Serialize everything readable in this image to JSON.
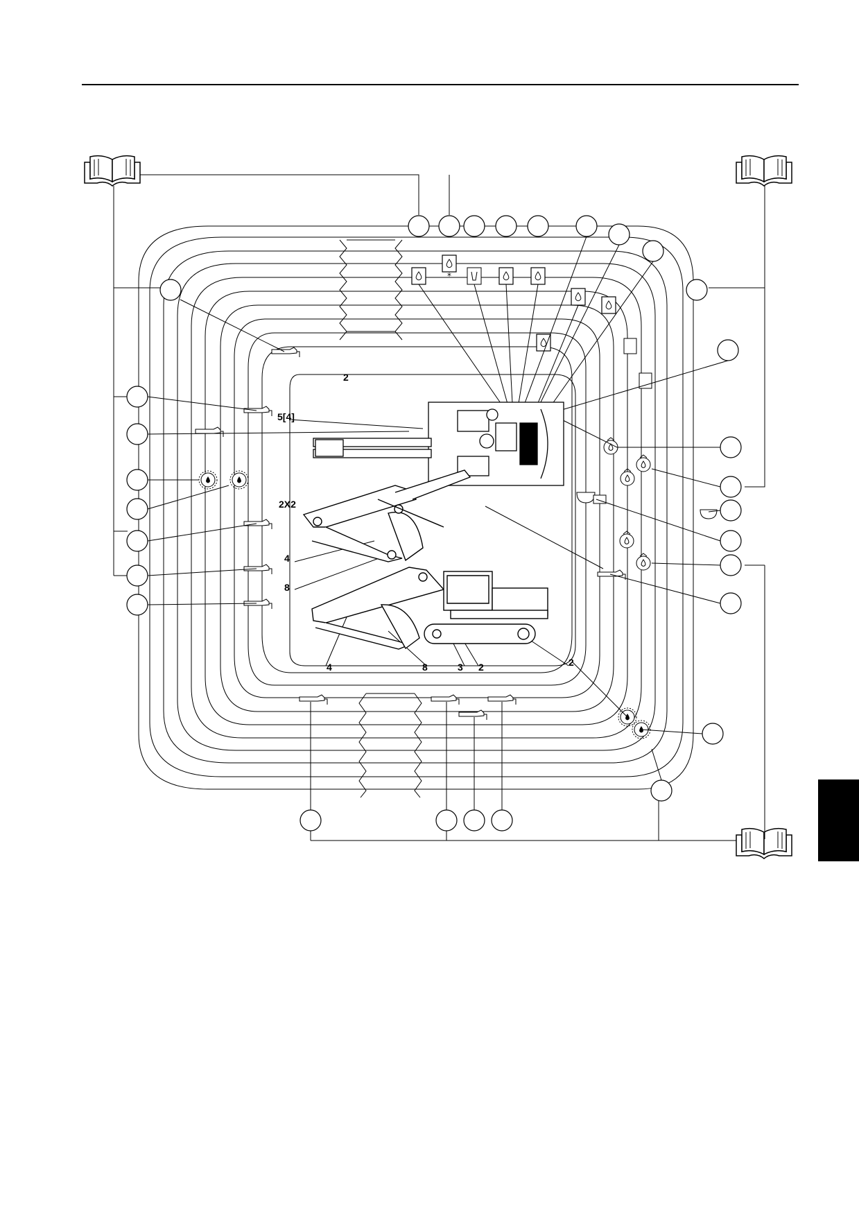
{
  "page": {
    "section_tab_color": "#000000"
  },
  "icons": {
    "manual": "open-book-icon",
    "grease": "grease-gun-icon",
    "oil": "oil-drop-icon",
    "gear": "gear-lube-icon",
    "filter": "filter-icon",
    "coolant": "coolant-icon"
  },
  "labels": {
    "qty_2_top": "2",
    "qty_5_4": "5[4]",
    "qty_2x2": "2X2",
    "qty_4_left": "4",
    "qty_8_left": "8",
    "qty_4_bottom": "4",
    "qty_8_bottom": "8",
    "qty_3_bottom": "3",
    "qty_2_bottom": "2",
    "qty_2_right": "2"
  }
}
